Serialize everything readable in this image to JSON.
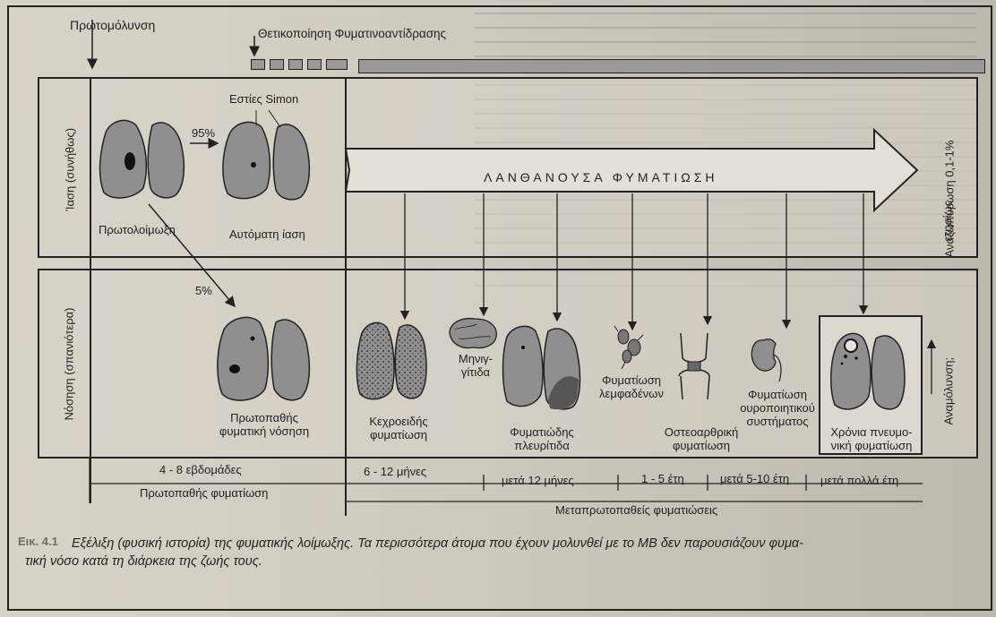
{
  "labels": {
    "primary_infection": "Πρωτομόλυνση",
    "tuberculin_conversion": "Θετικοποίηση Φυματινοαντίδρασης",
    "simon_foci": "Εστίες Simon",
    "pct_95": "95%",
    "pct_5": "5%",
    "primary_infection_lung": "Πρωτολοίμωξη",
    "spontaneous_healing": "Αυτόματη ίαση",
    "healing_usual": "Ίαση (συνήθως)",
    "disease_less_often": "Νόσηση (σπανιότερα)",
    "latent_tb": "ΛΑΝΘΑΝΟΥΣΑ ΦΥΜΑΤΙΩΣΗ",
    "reactivation": "Αναζωπύρωση 0,1-1%",
    "per_year": "ετησίως",
    "reinfection": "Αναμόλυνση;",
    "primary_tb_disease_1": "Πρωτοπαθής",
    "primary_tb_disease_2": "φυματική νόσηση",
    "meningitis_1": "Μηνιγ-",
    "meningitis_2": "γίτιδα",
    "miliary_1": "Κεχροειδής",
    "miliary_2": "φυματίωση",
    "pleurisy_1": "Φυματιώδης",
    "pleurisy_2": "πλευρίτιδα",
    "lymph_1": "Φυματίωση",
    "lymph_2": "λεμφαδένων",
    "bone_1": "Οστεοαρθρική",
    "bone_2": "φυματίωση",
    "urinary_1": "Φυματίωση",
    "urinary_2": "ουροποιητικού",
    "urinary_3": "συστήματος",
    "chronic_1": "Χρόνια πνευμο-",
    "chronic_2": "νική φυματίωση",
    "weeks": "4 - 8 εβδομάδες",
    "months_6_12": "6 - 12 μήνες",
    "after_12_months": "μετά 12 μήνες",
    "years_1_5": "1 - 5 έτη",
    "after_5_10": "μετά 5-10 έτη",
    "after_many": "μετά πολλά έτη",
    "primary_tb": "Πρωτοπαθής φυματίωση",
    "post_primary_tb": "Μεταπρωτοπαθείς φυματιώσεις"
  },
  "caption": {
    "line1": "Εξέλιξη (φυσική ιστορία) της φυματικής λοίμωξης. Τα περισσότερα άτομα που έχουν μολυνθεί με το MB δεν παρουσιάζουν φυμα-",
    "line2": "τική νόσο κατά τη διάρκεια της ζωής τους."
  },
  "colors": {
    "ink": "#222222",
    "lung": "#8f8f8f",
    "lesion": "#111111",
    "paper": "#d5d0c6"
  }
}
